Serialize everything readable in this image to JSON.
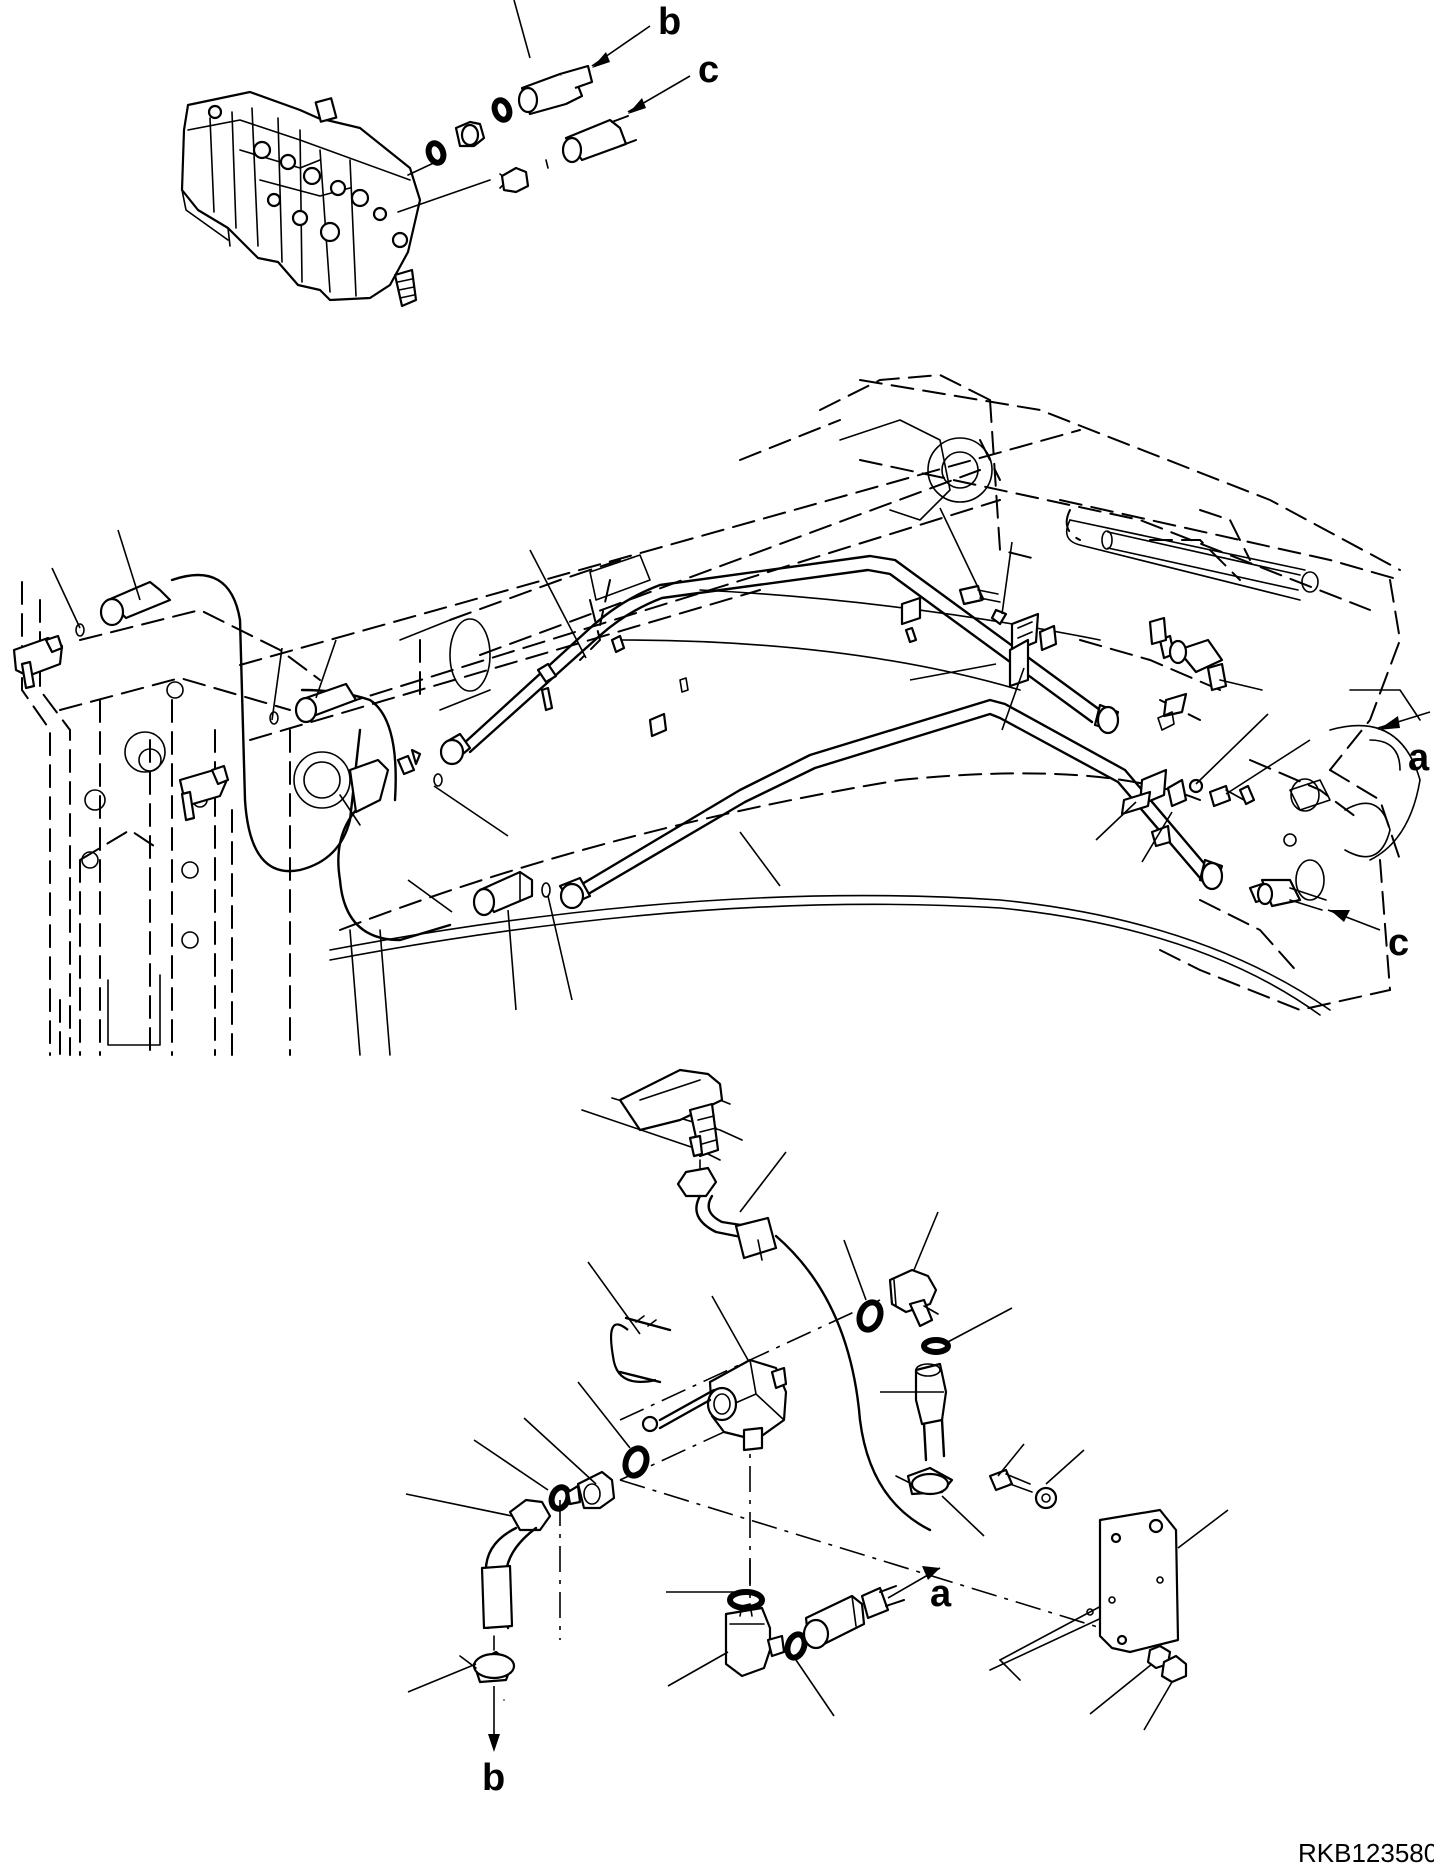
{
  "labels": {
    "a": "a",
    "b": "b",
    "c": "c"
  },
  "drawing_code": "RKB123580"
}
